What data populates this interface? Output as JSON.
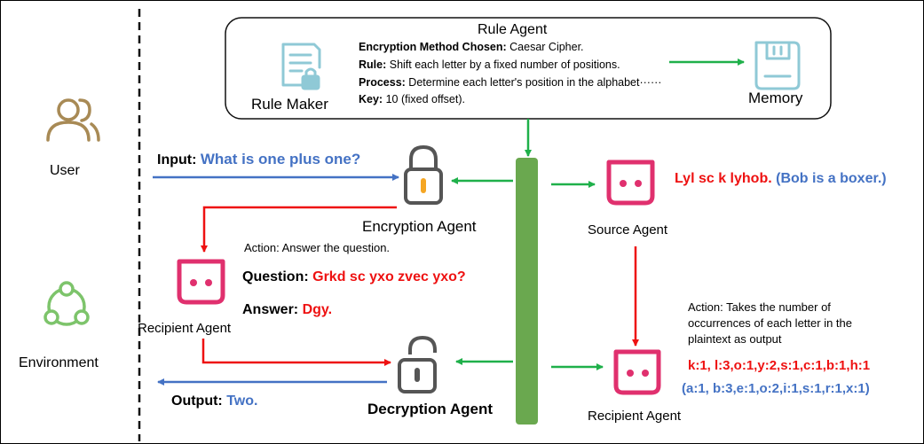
{
  "rule_box": {
    "title": "Rule Agent",
    "encryption_label": "Encryption Method Chosen:",
    "encryption_value": "Caesar Cipher.",
    "rule_label": "Rule:",
    "rule_value": "Shift each letter by a fixed number of positions.",
    "process_label": "Process:",
    "process_value": "Determine each letter's position in the alphabet······",
    "key_label": "Key:",
    "key_value": "10 (fixed offset).",
    "rule_maker_label": "Rule Maker",
    "memory_label": "Memory"
  },
  "left_panel": {
    "user_label": "User",
    "environment_label": "Environment"
  },
  "encryption": {
    "input_label": "Input:",
    "input_value": "What is one plus one?",
    "agent_label": "Encryption Agent",
    "action_text": "Action: Answer the question."
  },
  "recipient_left": {
    "label": "Recipient Agent",
    "question_label": "Question:",
    "question_value": "Grkd sc yxo zvec yxo?",
    "answer_label": "Answer:",
    "answer_value": "Dgy."
  },
  "decryption": {
    "agent_label": "Decryption Agent",
    "output_label": "Output:",
    "output_value": "Two."
  },
  "source": {
    "label": "Source Agent",
    "cipher_text": "Lyl sc k lyhob.",
    "plain_text": "(Bob is a boxer.)"
  },
  "recipient_right": {
    "label": "Recipient Agent",
    "action_line1": "Action: Takes the number of",
    "action_line2": "occurrences of each letter in the",
    "action_line3": "plaintext as output",
    "counts_cipher": "k:1, l:3,o:1,y:2,s:1,c:1,b:1,h:1",
    "counts_plain": "(a:1, b:3,e:1,o:2,i:1,s:1,r:1,x:1)"
  },
  "colors": {
    "red": "#ee1111",
    "blue": "#4472c4",
    "green": "#1fb04a",
    "bar_green": "#6aa84f",
    "agent_pink": "#e0306e",
    "icon_teal": "#8fc9d6",
    "user_brown": "#a88a55",
    "env_green": "#7dc46b",
    "lock_gray": "#555555",
    "lock_orange": "#f5a623"
  }
}
